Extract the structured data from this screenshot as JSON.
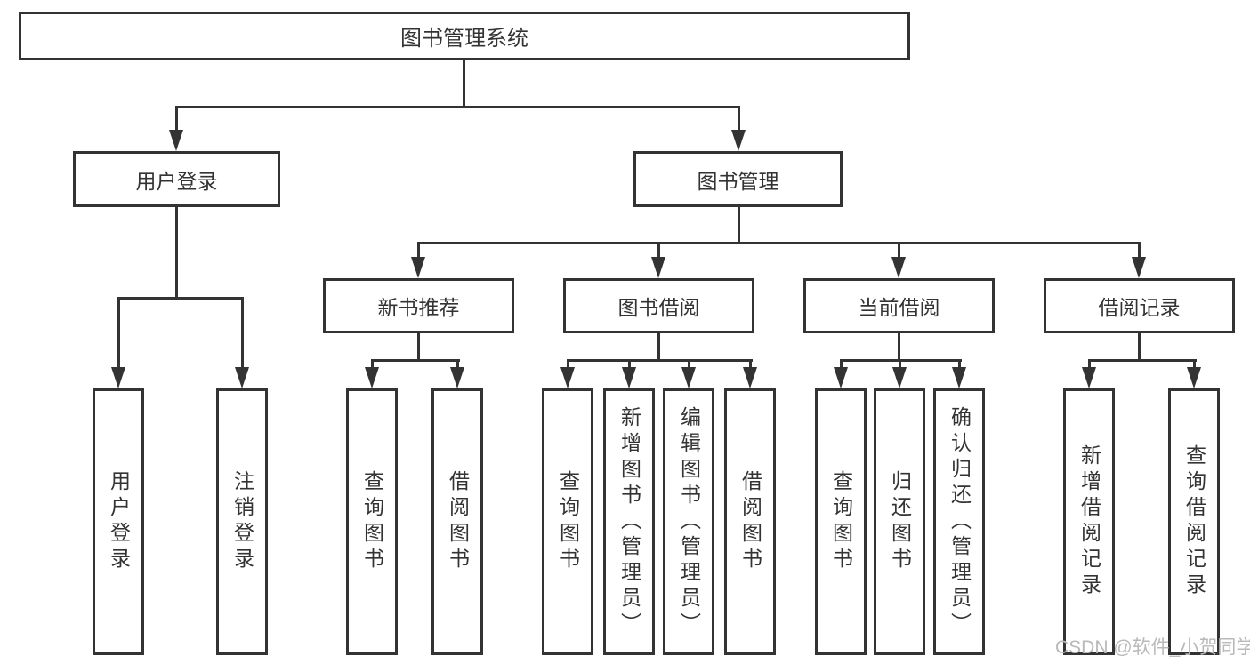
{
  "tree": {
    "label": "图书管理系统",
    "children": [
      {
        "label": "用户登录",
        "children": [
          {
            "label": "用户登录"
          },
          {
            "label": "注销登录"
          }
        ]
      },
      {
        "label": "图书管理",
        "children": [
          {
            "label": "新书推荐",
            "children": [
              {
                "label": "查询图书"
              },
              {
                "label": "借阅图书"
              }
            ]
          },
          {
            "label": "图书借阅",
            "children": [
              {
                "label": "查询图书"
              },
              {
                "label": "新增图书（管理员）"
              },
              {
                "label": "编辑图书（管理员）"
              },
              {
                "label": "借阅图书"
              }
            ]
          },
          {
            "label": "当前借阅",
            "children": [
              {
                "label": "查询图书"
              },
              {
                "label": "归还图书"
              },
              {
                "label": "确认归还（管理员）"
              }
            ]
          },
          {
            "label": "借阅记录",
            "children": [
              {
                "label": "新增借阅记录"
              },
              {
                "label": "查询借阅记录"
              }
            ]
          }
        ]
      }
    ]
  },
  "watermark": "CSDN @软件_小贺同学",
  "colors": {
    "line": "#333333",
    "background": "#ffffff",
    "watermark": "#b9b9b9"
  }
}
